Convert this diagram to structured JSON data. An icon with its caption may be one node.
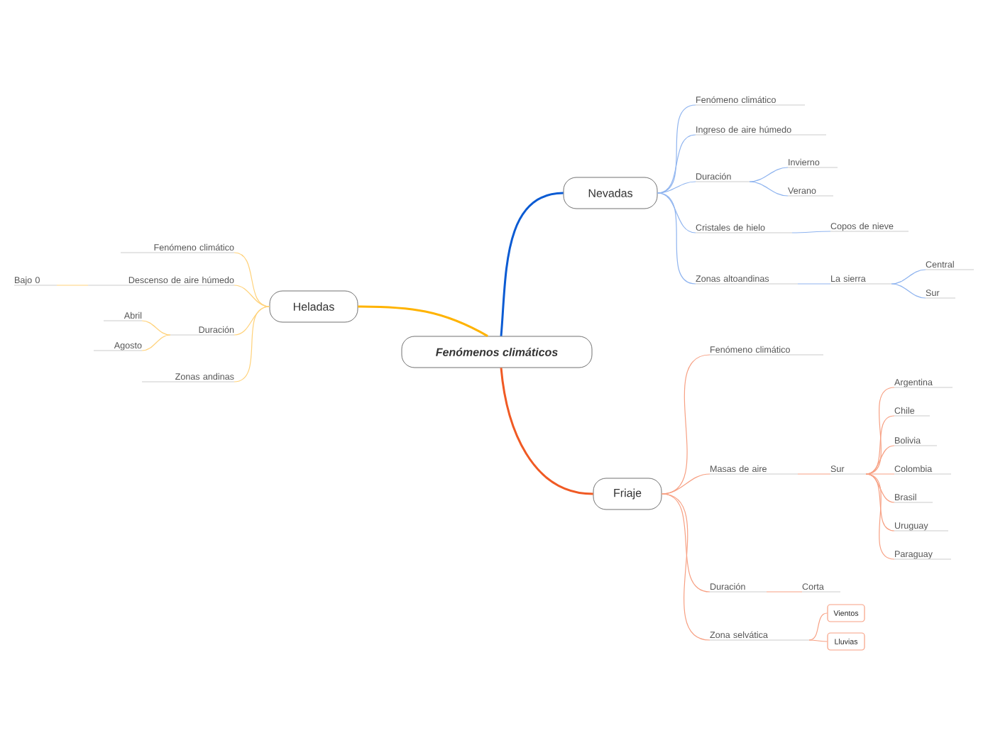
{
  "diagram": {
    "nodes": [
      {
        "text": [
          "Fenómenos climáticos"
        ]
      },
      {
        "text": [
          "Nevadas"
        ]
      },
      {
        "text": [
          "Fenómeno climático"
        ]
      },
      {
        "text": [
          "Ingreso de aire húmedo"
        ]
      },
      {
        "text": [
          "Duración"
        ]
      },
      {
        "text": [
          "Invierno"
        ]
      },
      {
        "text": [
          "Verano"
        ]
      },
      {
        "text": [
          "Cristales de hielo"
        ]
      },
      {
        "text": [
          "Copos de nieve"
        ]
      },
      {
        "text": [
          "Zonas altoandinas"
        ]
      },
      {
        "text": [
          "La sierra"
        ]
      },
      {
        "text": [
          "Central"
        ]
      },
      {
        "text": [
          "Sur"
        ]
      },
      {
        "text": [
          "Heladas"
        ]
      },
      {
        "text": [
          "Fenómeno climático"
        ]
      },
      {
        "text": [
          "Descenso de aire húmedo"
        ]
      },
      {
        "text": [
          "Bajo 0"
        ]
      },
      {
        "text": [
          "Duración"
        ]
      },
      {
        "text": [
          "Abril"
        ]
      },
      {
        "text": [
          "Agosto"
        ]
      },
      {
        "text": [
          "Zonas andinas"
        ]
      },
      {
        "text": [
          "Friaje"
        ]
      },
      {
        "text": [
          "Fenómeno climático"
        ]
      },
      {
        "text": [
          "Masas de aire"
        ]
      },
      {
        "text": [
          "Sur"
        ]
      },
      {
        "text": [
          "Argentina"
        ]
      },
      {
        "text": [
          "Chile"
        ]
      },
      {
        "text": [
          "Bolivia"
        ]
      },
      {
        "text": [
          "Colombia"
        ]
      },
      {
        "text": [
          "Brasil"
        ]
      },
      {
        "text": [
          "Uruguay"
        ]
      },
      {
        "text": [
          "Paraguay"
        ]
      },
      {
        "text": [
          "Duración"
        ]
      },
      {
        "text": [
          "Corta"
        ]
      },
      {
        "text": [
          "Zona selvática"
        ]
      },
      {
        "text": [
          "Vientos"
        ]
      },
      {
        "text": [
          "Lluvias"
        ]
      }
    ],
    "edges": [
      {
        "from": 0,
        "to": 1,
        "arrow": "none",
        "color": "#0b5bd3"
      },
      {
        "from": 1,
        "to": 2,
        "arrow": "none",
        "color": "#8fb4ef"
      },
      {
        "from": 1,
        "to": 3,
        "arrow": "none",
        "color": "#8fb4ef"
      },
      {
        "from": 1,
        "to": 4,
        "arrow": "none",
        "color": "#8fb4ef"
      },
      {
        "from": 4,
        "to": 5,
        "arrow": "none",
        "color": "#8fb4ef"
      },
      {
        "from": 4,
        "to": 6,
        "arrow": "none",
        "color": "#8fb4ef"
      },
      {
        "from": 1,
        "to": 7,
        "arrow": "none",
        "color": "#8fb4ef"
      },
      {
        "from": 7,
        "to": 8,
        "arrow": "none",
        "color": "#8fb4ef"
      },
      {
        "from": 1,
        "to": 9,
        "arrow": "none",
        "color": "#8fb4ef"
      },
      {
        "from": 9,
        "to": 10,
        "arrow": "none",
        "color": "#8fb4ef"
      },
      {
        "from": 10,
        "to": 11,
        "arrow": "none",
        "color": "#8fb4ef"
      },
      {
        "from": 10,
        "to": 12,
        "arrow": "none",
        "color": "#8fb4ef"
      },
      {
        "from": 0,
        "to": 13,
        "arrow": "none",
        "color": "#ffb300"
      },
      {
        "from": 13,
        "to": 14,
        "arrow": "none",
        "color": "#ffd27a"
      },
      {
        "from": 13,
        "to": 15,
        "arrow": "none",
        "color": "#ffd27a"
      },
      {
        "from": 15,
        "to": 16,
        "arrow": "none",
        "color": "#ffd27a"
      },
      {
        "from": 13,
        "to": 17,
        "arrow": "none",
        "color": "#ffd27a"
      },
      {
        "from": 17,
        "to": 18,
        "arrow": "none",
        "color": "#ffd27a"
      },
      {
        "from": 17,
        "to": 19,
        "arrow": "none",
        "color": "#ffd27a"
      },
      {
        "from": 13,
        "to": 20,
        "arrow": "none",
        "color": "#ffd27a"
      },
      {
        "from": 0,
        "to": 21,
        "arrow": "none",
        "color": "#f05a24"
      },
      {
        "from": 21,
        "to": 22,
        "arrow": "none",
        "color": "#f7a083"
      },
      {
        "from": 21,
        "to": 23,
        "arrow": "none",
        "color": "#f7a083"
      },
      {
        "from": 23,
        "to": 24,
        "arrow": "none",
        "color": "#f7a083"
      },
      {
        "from": 24,
        "to": 25,
        "arrow": "none",
        "color": "#f7a083"
      },
      {
        "from": 24,
        "to": 26,
        "arrow": "none",
        "color": "#f7a083"
      },
      {
        "from": 24,
        "to": 27,
        "arrow": "none",
        "color": "#f7a083"
      },
      {
        "from": 24,
        "to": 28,
        "arrow": "none",
        "color": "#f7a083"
      },
      {
        "from": 24,
        "to": 29,
        "arrow": "none",
        "color": "#f7a083"
      },
      {
        "from": 24,
        "to": 30,
        "arrow": "none",
        "color": "#f7a083"
      },
      {
        "from": 24,
        "to": 31,
        "arrow": "none",
        "color": "#f7a083"
      },
      {
        "from": 21,
        "to": 32,
        "arrow": "none",
        "color": "#f7a083"
      },
      {
        "from": 32,
        "to": 33,
        "arrow": "none",
        "color": "#f7a083"
      },
      {
        "from": 21,
        "to": 34,
        "arrow": "none",
        "color": "#f7a083"
      },
      {
        "from": 34,
        "to": 35,
        "arrow": "none",
        "color": "#f7a083"
      },
      {
        "from": 34,
        "to": 36,
        "arrow": "none",
        "color": "#f7a083"
      }
    ]
  }
}
